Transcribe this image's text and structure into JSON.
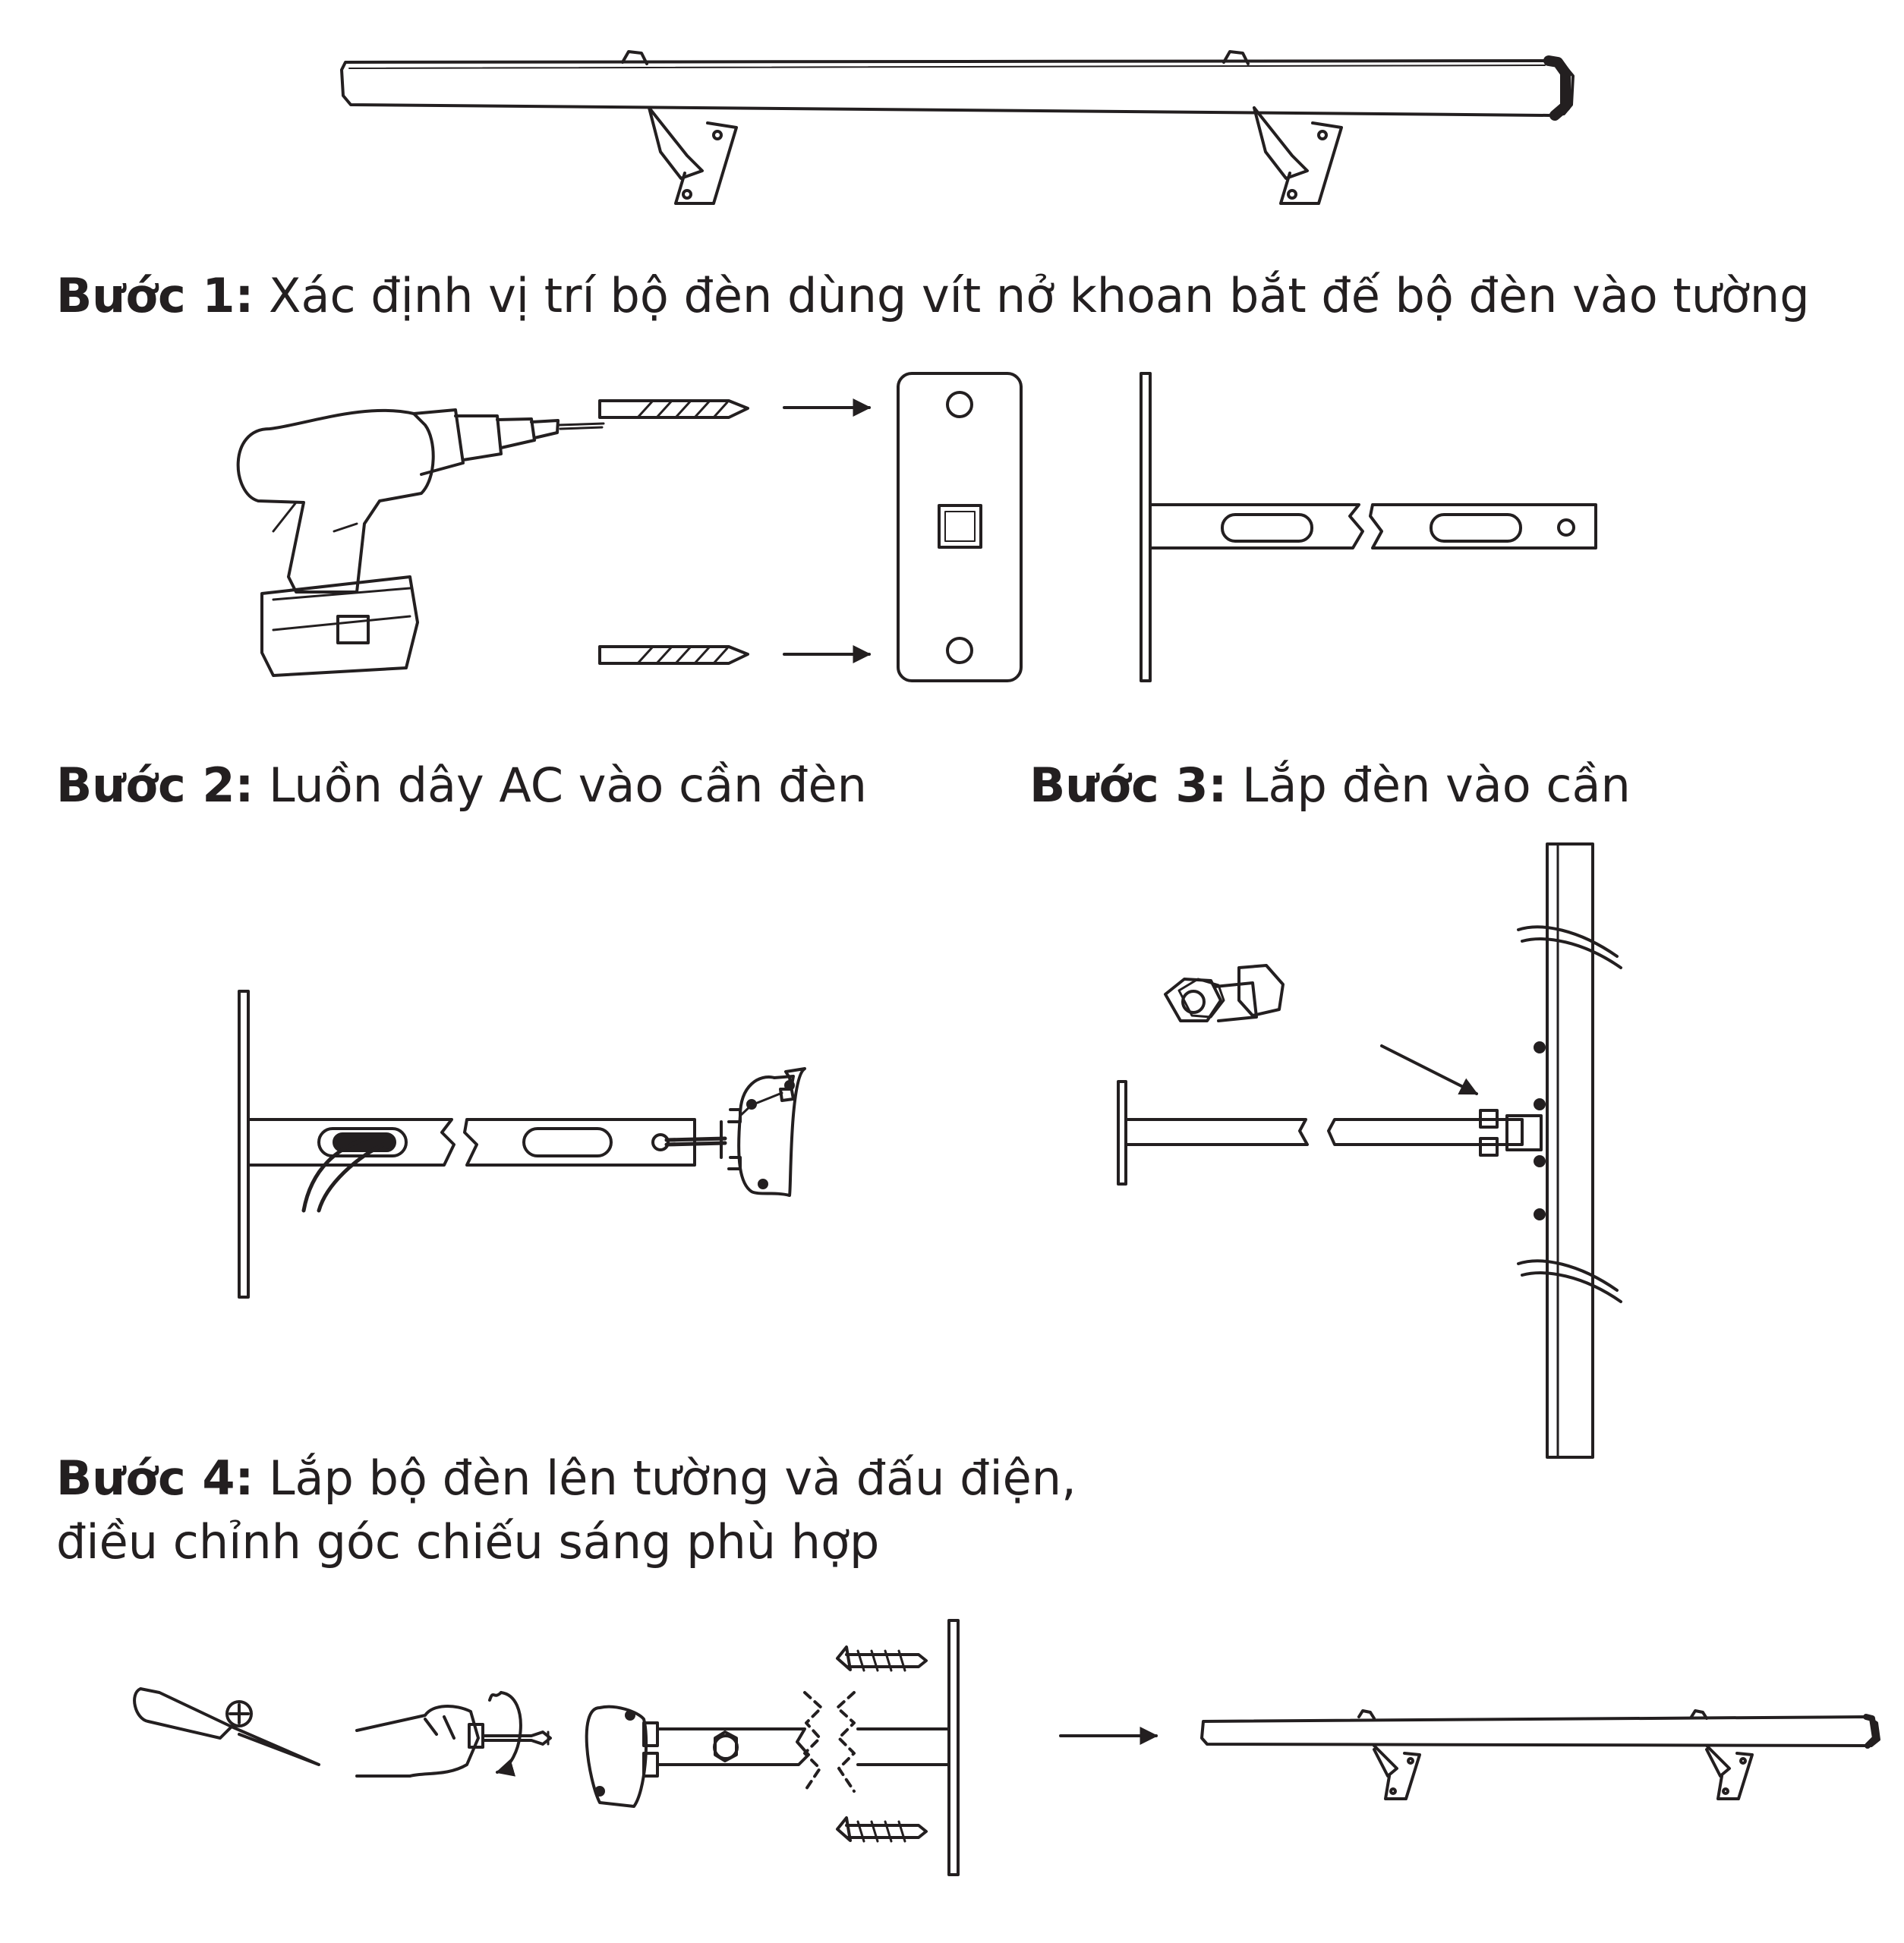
{
  "steps": [
    {
      "id": "step-1",
      "label": "Bước 1:",
      "text": " Xác định vị trí bộ đèn dùng vít nở khoan bắt đế bộ đèn vào tường"
    },
    {
      "id": "step-2",
      "label": "Bước 2:",
      "text": " Luồn dây AC vào cần đèn"
    },
    {
      "id": "step-3",
      "label": "Bước 3:",
      "text": " Lắp đèn vào cần"
    },
    {
      "id": "step-4",
      "label": "Bước 4:",
      "text": " Lắp bộ đèn lên tường và đấu điện,",
      "text2": "điều chỉnh góc chiếu sáng phù hợp"
    }
  ],
  "colors": {
    "ink": "#231f20",
    "background": "#ffffff"
  },
  "icons": [
    "lamp-fixture-icon",
    "drill-icon",
    "drill-bit-icon",
    "arrow-icon",
    "mounting-plate-icon",
    "wall-bracket-icon",
    "ac-cable-icon",
    "junction-box-icon",
    "bolt-nut-icon",
    "lamp-bar-icon",
    "screwdriver-icon",
    "phillips-head-icon",
    "hand-screwdriver-icon",
    "rotation-arrow-icon",
    "wall-screw-icon"
  ]
}
